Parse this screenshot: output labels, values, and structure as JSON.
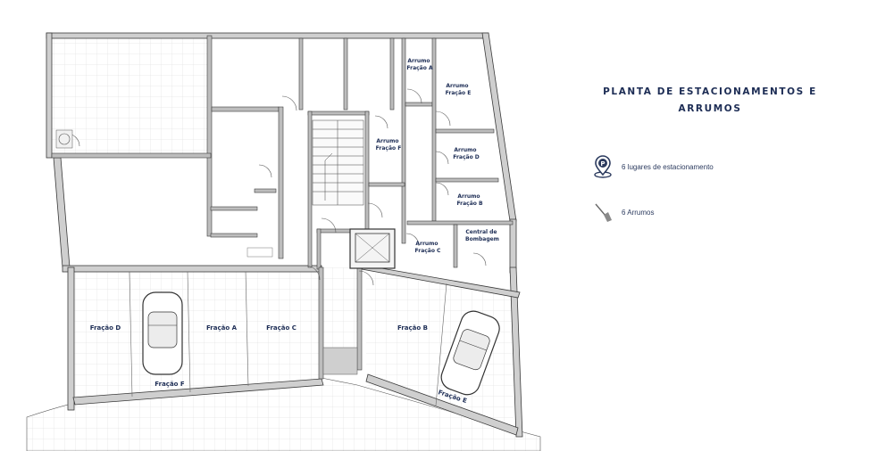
{
  "title": "PLANTA DE ESTACIONAMENTOS E ARRUMOS",
  "legend": {
    "parking": {
      "label": "6 lugares de estacionamento",
      "icon": "parking-pin-icon"
    },
    "storage": {
      "label": "6 Arrumos",
      "icon": "broom-icon"
    }
  },
  "rooms": {
    "arrumo_a": [
      "Arrumo",
      "Fração A"
    ],
    "arrumo_e": [
      "Arrumo",
      "Fração E"
    ],
    "arrumo_f": [
      "Arrumo",
      "Fração F"
    ],
    "arrumo_d": [
      "Arrumo",
      "Fração D"
    ],
    "arrumo_b": [
      "Arrumo",
      "Fração B"
    ],
    "arrumo_c": [
      "Arrumo",
      "Fração C"
    ],
    "central": [
      "Central de",
      "Bombagem"
    ]
  },
  "parking_spaces": {
    "d": "Fração D",
    "f": "Fração F",
    "a": "Fração A",
    "c": "Fração C",
    "b": "Fração B",
    "e": "Fração E"
  },
  "colors": {
    "wall": "#c9c9c9",
    "wall_edge": "#3a3a3a",
    "text": "#1d2d55"
  }
}
